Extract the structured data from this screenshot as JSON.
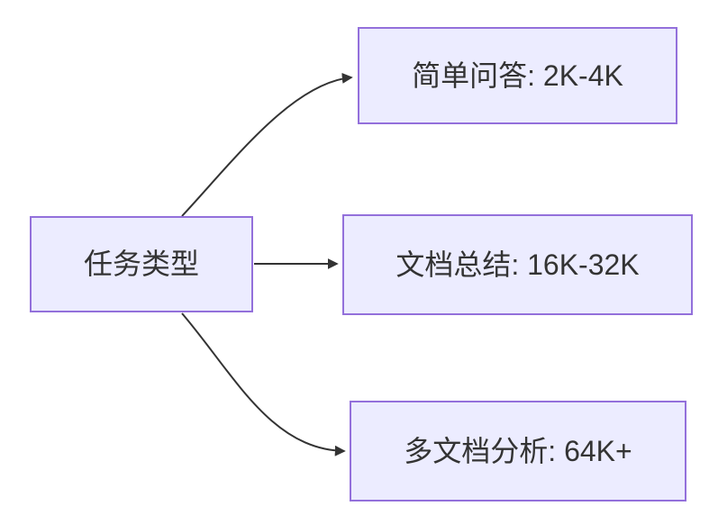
{
  "diagram": {
    "root": {
      "label": "任务类型"
    },
    "branches": [
      {
        "label": "简单问答: 2K-4K"
      },
      {
        "label": "文档总结: 16K-32K"
      },
      {
        "label": "多文档分析: 64K+"
      }
    ],
    "colors": {
      "node_fill": "#ECECFF",
      "node_border": "#9370DB",
      "edge_stroke": "#333333",
      "label_text": "#333333",
      "background": "#FFFFFF"
    }
  }
}
